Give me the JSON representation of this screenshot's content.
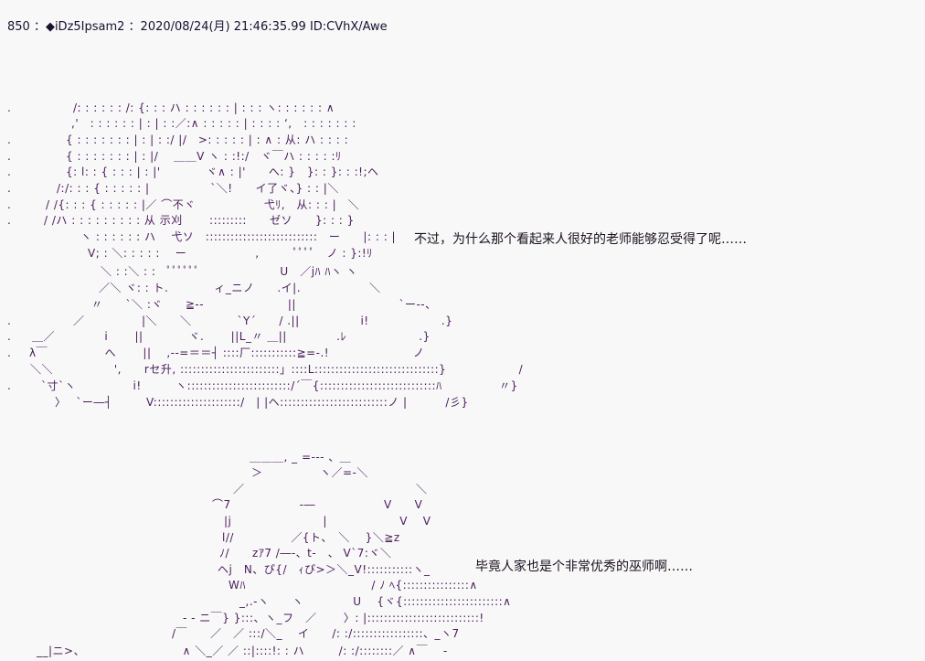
{
  "post": {
    "header": "850 ：◆iDz5Ipsam2 ：2020/08/24(月) 21:46:35.99 ID:CVhX/Awe"
  },
  "art1": [
    {
      "lead": ".",
      "text": "/: : : : : : /: {: : : ハ : : : : : : | : : : ヽ: : : : : : ∧"
    },
    {
      "lead": "",
      "text": ",'　: : : : : : | : | : :／:∧ : : : : : | : : : : ‘,　: : : : : : :"
    },
    {
      "lead": ".",
      "text": "{ : : : : : : : | : | : :/ |/　>: : : : : | : ∧ : 从: ハ : : : :"
    },
    {
      "lead": ".",
      "text": "{ : : : : : : : | : |/　 ＿＿V ヽ : :!:/　ヾ￣ハ : : : : :ﾘ"
    },
    {
      "lead": ".",
      "text": "{: l: : { : : : | : |'　　　　ヾ∧ : |'　　へ: }　}: : }: : :!;ヘ"
    },
    {
      "lead": ".",
      "text": "/:/: : : { : : : : : |　　　　　 `＼!　　イ了ヾ、} : : |＼"
    },
    {
      "lead": ".",
      "text": "/ /{: : : { : : : : : |／ ⌒不ヾ　　　　　　弋ﾘ,　从: : : |　＼"
    },
    {
      "lead": ".",
      "text": "/ /ハ : : : : : : : : : 从 示刈　　 :::::::::　　ゼソ　　}: : : }"
    },
    {
      "lead": "",
      "text": "ヽ : : : : : : ハ　 弋ソ　:::::::::::::::::::::::::::　ー　　|: : : |"
    },
    {
      "lead": "",
      "text": "V; : ＼: : : : :　 ー　　　　　　,　　　ﾟﾟﾟﾟ　ノ : }:!ﾘ"
    },
    {
      "lead": "",
      "text": "＼ : :＼ : :　ﾟﾟﾟﾟﾟﾟ　　　　　　　U　／jﾊ ﾊヽ ヽ"
    },
    {
      "lead": "",
      "text": "／＼ ヾ: : ト.　　　　ィ_ニノ　　.イ|.　　　　　　＼"
    },
    {
      "lead": "",
      "text": "〃　　`＼ :ヾ　　≧-‐　　　　　　　 ||　　　　　　　　　`ー‐-、"
    },
    {
      "lead": ".",
      "text": "／　　　　　|＼　　＼　　　　`Y´　　/ .||　　　　　 i!　　　　　　 .}"
    },
    {
      "lead": ".",
      "text": "＿／　　　　 i　　 ||　　　　ヾ.　　 ||L_〃 ＿||　　　　 .ﾚ　　　　　　 .}"
    },
    {
      "lead": ".",
      "text": "λ￣　　　　　へ　　 ||　 ,-‐=＝＝┤ ::::厂:::::::::::≧=-.!　　　　　　　 ノ"
    },
    {
      "lead": "",
      "text": "＼＼　　　　　 ',　　rセ升, ::::::::::::::::::::::::」::::L::::::::::::::::::::::::::::::}　　　　　　 /"
    },
    {
      "lead": ".",
      "text": "`寸`ヽ　　　　　i!　　　ヽ:::::::::::::::::::::::::/´￣{::::::::::::::::::::::::::::ﾊ　　　　　〃}"
    },
    {
      "lead": "",
      "text": "〉　 `ー―┤　　　V:::::::::::::::::::::/　| |ヘ::::::::::::::::::::::::::ノ |　　　 /彡}"
    }
  ],
  "art2": [
    "＿＿＿, _ =-‐- 、＿",
    "＞　　　　　ヽ／=‐＼",
    "／　　　　　　　　　　　　　　　＼",
    "⌒7　　　　　　-―　　　　　　V　　V",
    "|j　　　　　　　　|　　　　　　 V　 V",
    "l//　　　　　／{ト、　＼　 }＼≧z",
    "ﾉ/　　zｱ7 /―‐、t-　、 V`7:ヾ＼",
    "ヘj　N、ぴ{/　ｨぴ>＞＼_V!:::::::::::ヽ_",
    "Wﾊ　　　　　　　　　　　/ ﾉ ﾍ{::::::::::::::::∧",
    "_,.-ヽ　　ヽ　　　　 U　 {ヾ{::::::::::::::::::::::::∧",
    "‐ - ニ￣} }:::、ヽ_フ　／　　 〉: |:::::::::::::::::::::::::::!",
    "/￣　　／　／ :::/＼_　 イ　　/: :/:::::::::::::::::、_ヽ7",
    "__|ニ>、　　　　　　　　　∧ ＼_／ ／ ::|::::!: : ハ　　　/: :/::::::::／ ∧￣　 -"
  ],
  "dialogue": [
    "不过，为什么那个看起来人很好的老师能够忍受得了呢……",
    "毕竟人家也是个非常优秀的巫师啊……"
  ]
}
